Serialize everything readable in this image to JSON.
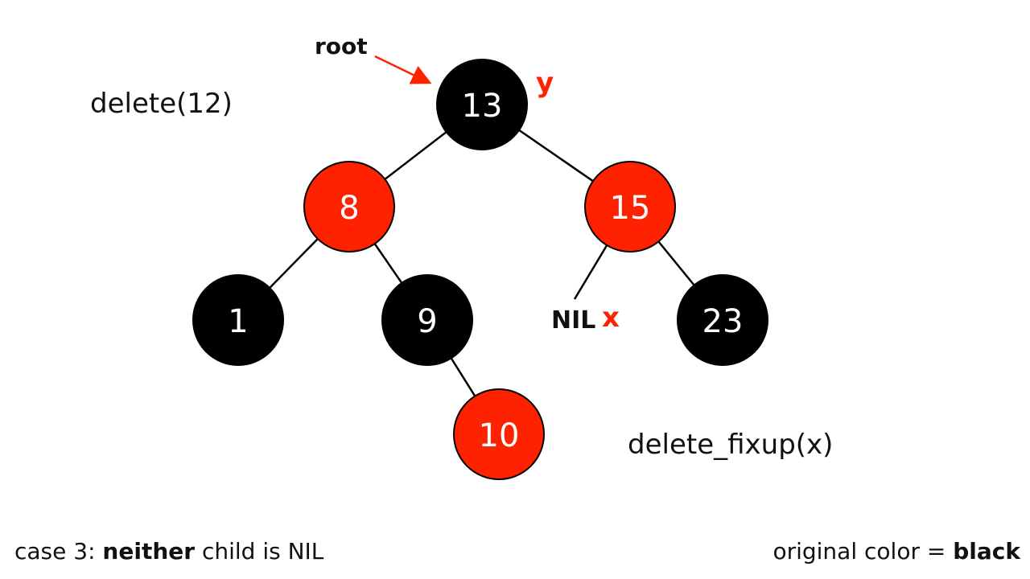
{
  "colors": {
    "red": "#ff2200",
    "black": "#000000",
    "edge": "#000000",
    "node_text": "#ffffff"
  },
  "operation": "delete(12)",
  "fixup_call": "delete_fixup(x)",
  "root_label": "root",
  "marker_y": "y",
  "marker_x": "x",
  "nil_label": "NIL",
  "tree": {
    "nodes": [
      {
        "id": "n13",
        "key": "13",
        "color": "black"
      },
      {
        "id": "n8",
        "key": "8",
        "color": "red"
      },
      {
        "id": "n15",
        "key": "15",
        "color": "red"
      },
      {
        "id": "n1",
        "key": "1",
        "color": "black"
      },
      {
        "id": "n9",
        "key": "9",
        "color": "black"
      },
      {
        "id": "n23",
        "key": "23",
        "color": "black"
      },
      {
        "id": "n10",
        "key": "10",
        "color": "red"
      }
    ]
  },
  "caption": {
    "case_prefix": "case 3: ",
    "case_bold": "neither",
    "case_suffix": " child is NIL"
  },
  "original_color": {
    "prefix": "original color = ",
    "value": "black"
  }
}
